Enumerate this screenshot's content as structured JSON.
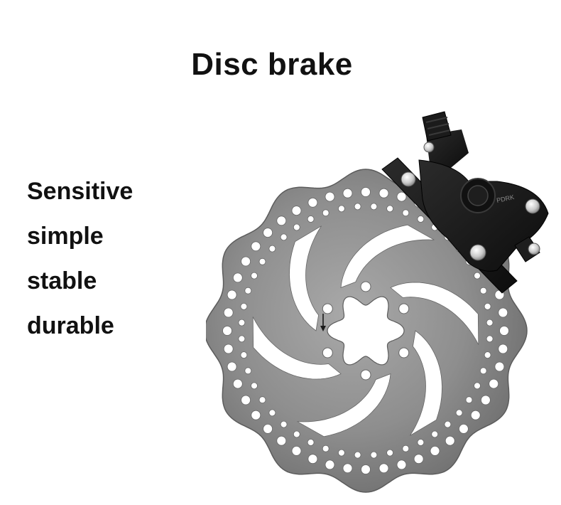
{
  "title": "Disc brake",
  "features": [
    "Sensitive",
    "simple",
    "stable",
    "durable"
  ],
  "caliper_marking": "PDRK",
  "colors": {
    "rotor": "#8c8c8c",
    "caliper": "#151515",
    "text": "#111111",
    "background": "#ffffff"
  },
  "image": {
    "subject": "disc-brake-rotor-and-caliper"
  }
}
